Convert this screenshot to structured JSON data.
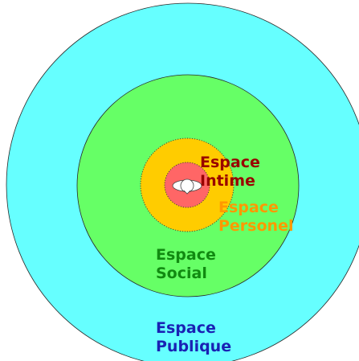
{
  "zones": {
    "publique": {
      "line1": "Espace",
      "line2": "Publique",
      "fill": "#66FFFF",
      "text_color": "#1A22B4"
    },
    "social": {
      "line1": "Espace",
      "line2": "Social",
      "fill": "#66FF66",
      "text_color": "#118A11"
    },
    "personel": {
      "line1": "Espace",
      "line2": "Personel",
      "fill": "#FFCC00",
      "text_color": "#FF9900"
    },
    "intime": {
      "line1": "Espace",
      "line2": "Intime",
      "fill": "#FF6666",
      "text_color": "#990000"
    }
  },
  "center_icon": "person-icon"
}
